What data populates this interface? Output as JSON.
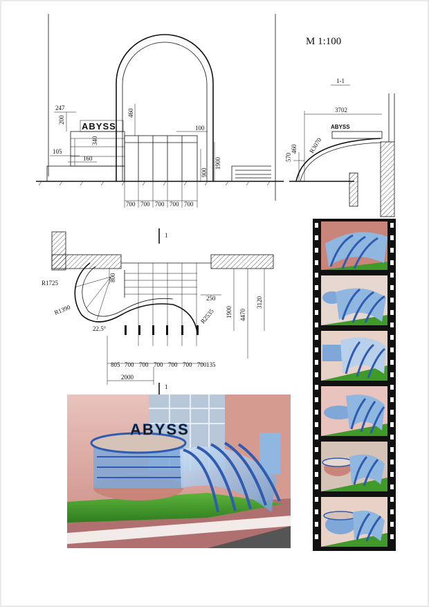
{
  "scale": "M 1:100",
  "section_label": "1-1",
  "cut_mark": "1",
  "sign_text": "ABYSS",
  "elevation": {
    "dims": [
      "247",
      "200",
      "460",
      "340",
      "105",
      "160",
      "100",
      "900",
      "1900"
    ],
    "module_dims": [
      "700",
      "700",
      "700",
      "700",
      "700"
    ]
  },
  "section": {
    "dims": [
      "3702",
      "R3070",
      "570",
      "460"
    ]
  },
  "plan": {
    "radii": [
      "R1725",
      "R1390",
      "R2535"
    ],
    "angle": "22.5°",
    "dims_right": [
      "800",
      "250",
      "1900",
      "4470",
      "3120"
    ],
    "dims_bottom": [
      "805",
      "700",
      "700",
      "700",
      "700",
      "700",
      "700",
      "135"
    ],
    "dim_total": "2000"
  },
  "colors": {
    "steel_blue": "#2f5bb0",
    "glass": "#8fb7e0",
    "grass": "#3f9a2a",
    "wall": "#c9857a",
    "paving": "#b07070",
    "film": "#111111"
  },
  "film_frames": 6
}
